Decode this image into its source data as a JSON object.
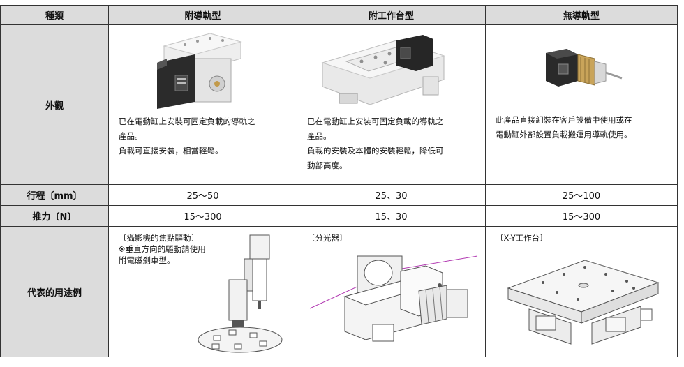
{
  "table": {
    "headers": [
      "種類",
      "附導軌型",
      "附工作台型",
      "無導軌型"
    ],
    "rows": {
      "appearance": {
        "label": "外觀",
        "descriptions": [
          [
            "已在電動缸上安裝可固定負載的導軌之",
            "產品。",
            "負載可直接安裝，相當輕鬆。"
          ],
          [
            "已在電動缸上安裝可固定負載的導軌之",
            "產品。",
            "負載的安裝及本體的安裝輕鬆，降低可",
            "動部高度。"
          ],
          [
            "此產品直接組裝在客戶設備中使用或在",
            "電動缸外部設置負載搬運用導軌使用。"
          ]
        ]
      },
      "stroke": {
        "label": "行程〔mm〕",
        "values": [
          "25～50",
          "25、30",
          "25～100"
        ]
      },
      "force": {
        "label": "推力〔N〕",
        "values": [
          "15～300",
          "15、30",
          "15～300"
        ]
      },
      "usage": {
        "label": "代表的用途例",
        "captions": [
          [
            "〔攝影機的焦點驅動〕",
            "※垂直方向的驅動請使用",
            "附電磁剎車型。"
          ],
          [
            "〔分光器〕"
          ],
          [
            "〔X-Y工作台〕"
          ]
        ]
      }
    }
  },
  "icons": [
    "guided-actuator-photo",
    "table-actuator-photo",
    "rodless-actuator-photo",
    "camera-focus-illustration",
    "beam-splitter-illustration",
    "xy-table-illustration"
  ]
}
